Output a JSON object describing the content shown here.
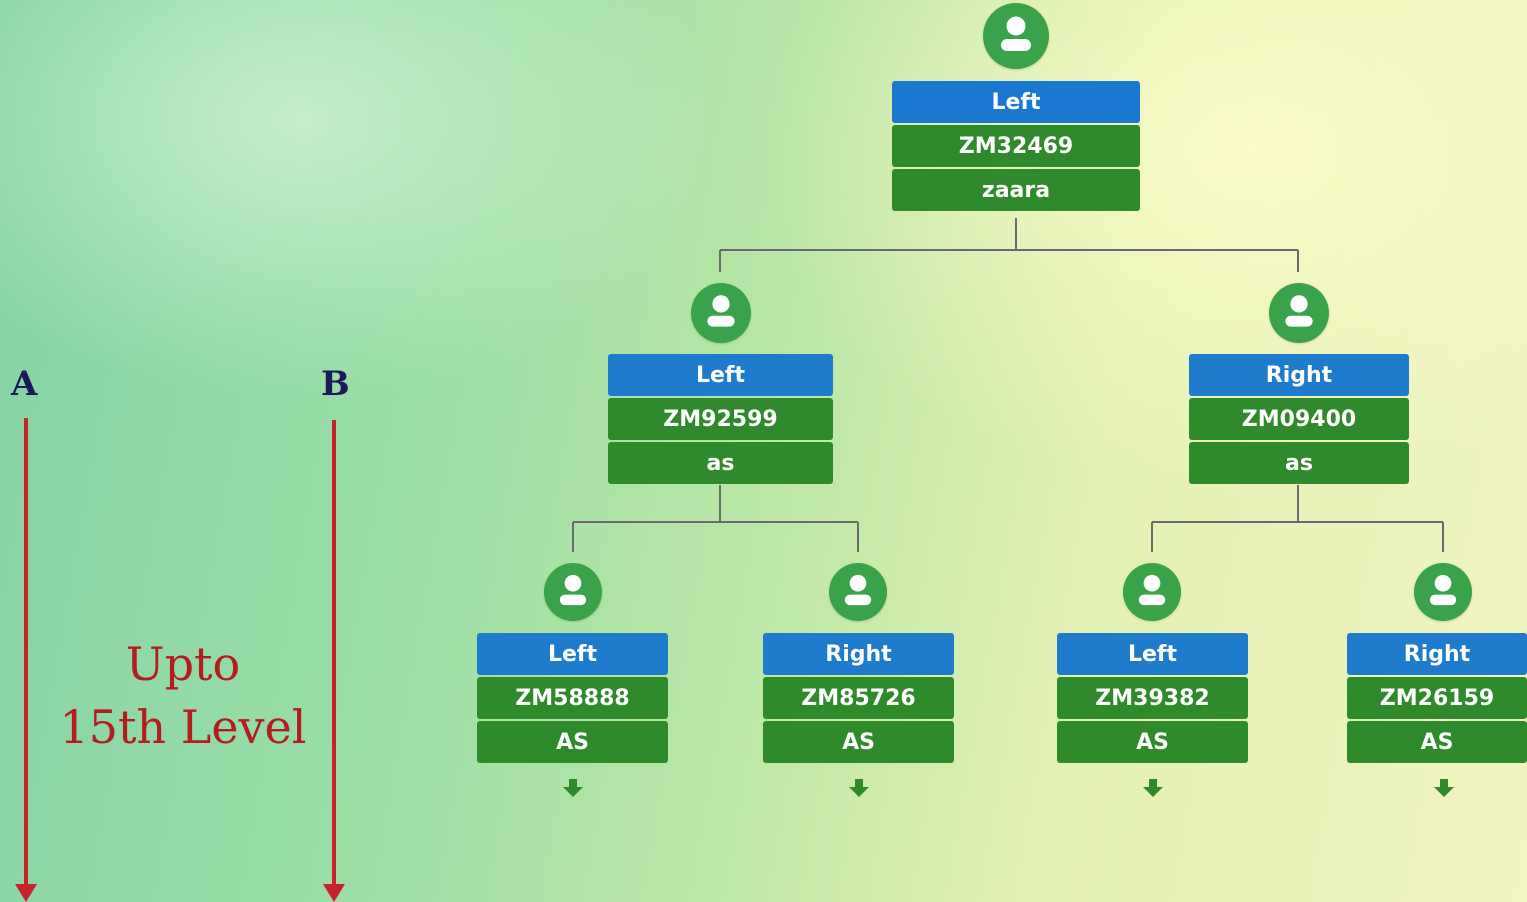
{
  "depth_note": {
    "label_a": "A",
    "label_b": "B",
    "caption_line1": "Upto",
    "caption_line2": "15th Level"
  },
  "tree": {
    "root": {
      "side": "Left",
      "id": "ZM32469",
      "name": "zaara"
    },
    "level1": [
      {
        "side": "Left",
        "id": "ZM92599",
        "name": "as"
      },
      {
        "side": "Right",
        "id": "ZM09400",
        "name": "as"
      }
    ],
    "level2": [
      {
        "side": "Left",
        "id": "ZM58888",
        "name": "AS"
      },
      {
        "side": "Right",
        "id": "ZM85726",
        "name": "AS"
      },
      {
        "side": "Left",
        "id": "ZM39382",
        "name": "AS"
      },
      {
        "side": "Right",
        "id": "ZM26159",
        "name": "AS"
      }
    ]
  },
  "colors": {
    "side_header": "#1f7ccc",
    "body_rows": "#2e8a2a",
    "avatar": "#3aa24a",
    "connector": "#6b6b6b",
    "axis_arrow": "#c6232b",
    "caption": "#b41c1e"
  },
  "icons": {
    "member": "user-avatar-icon",
    "expand": "down-arrow-icon"
  }
}
